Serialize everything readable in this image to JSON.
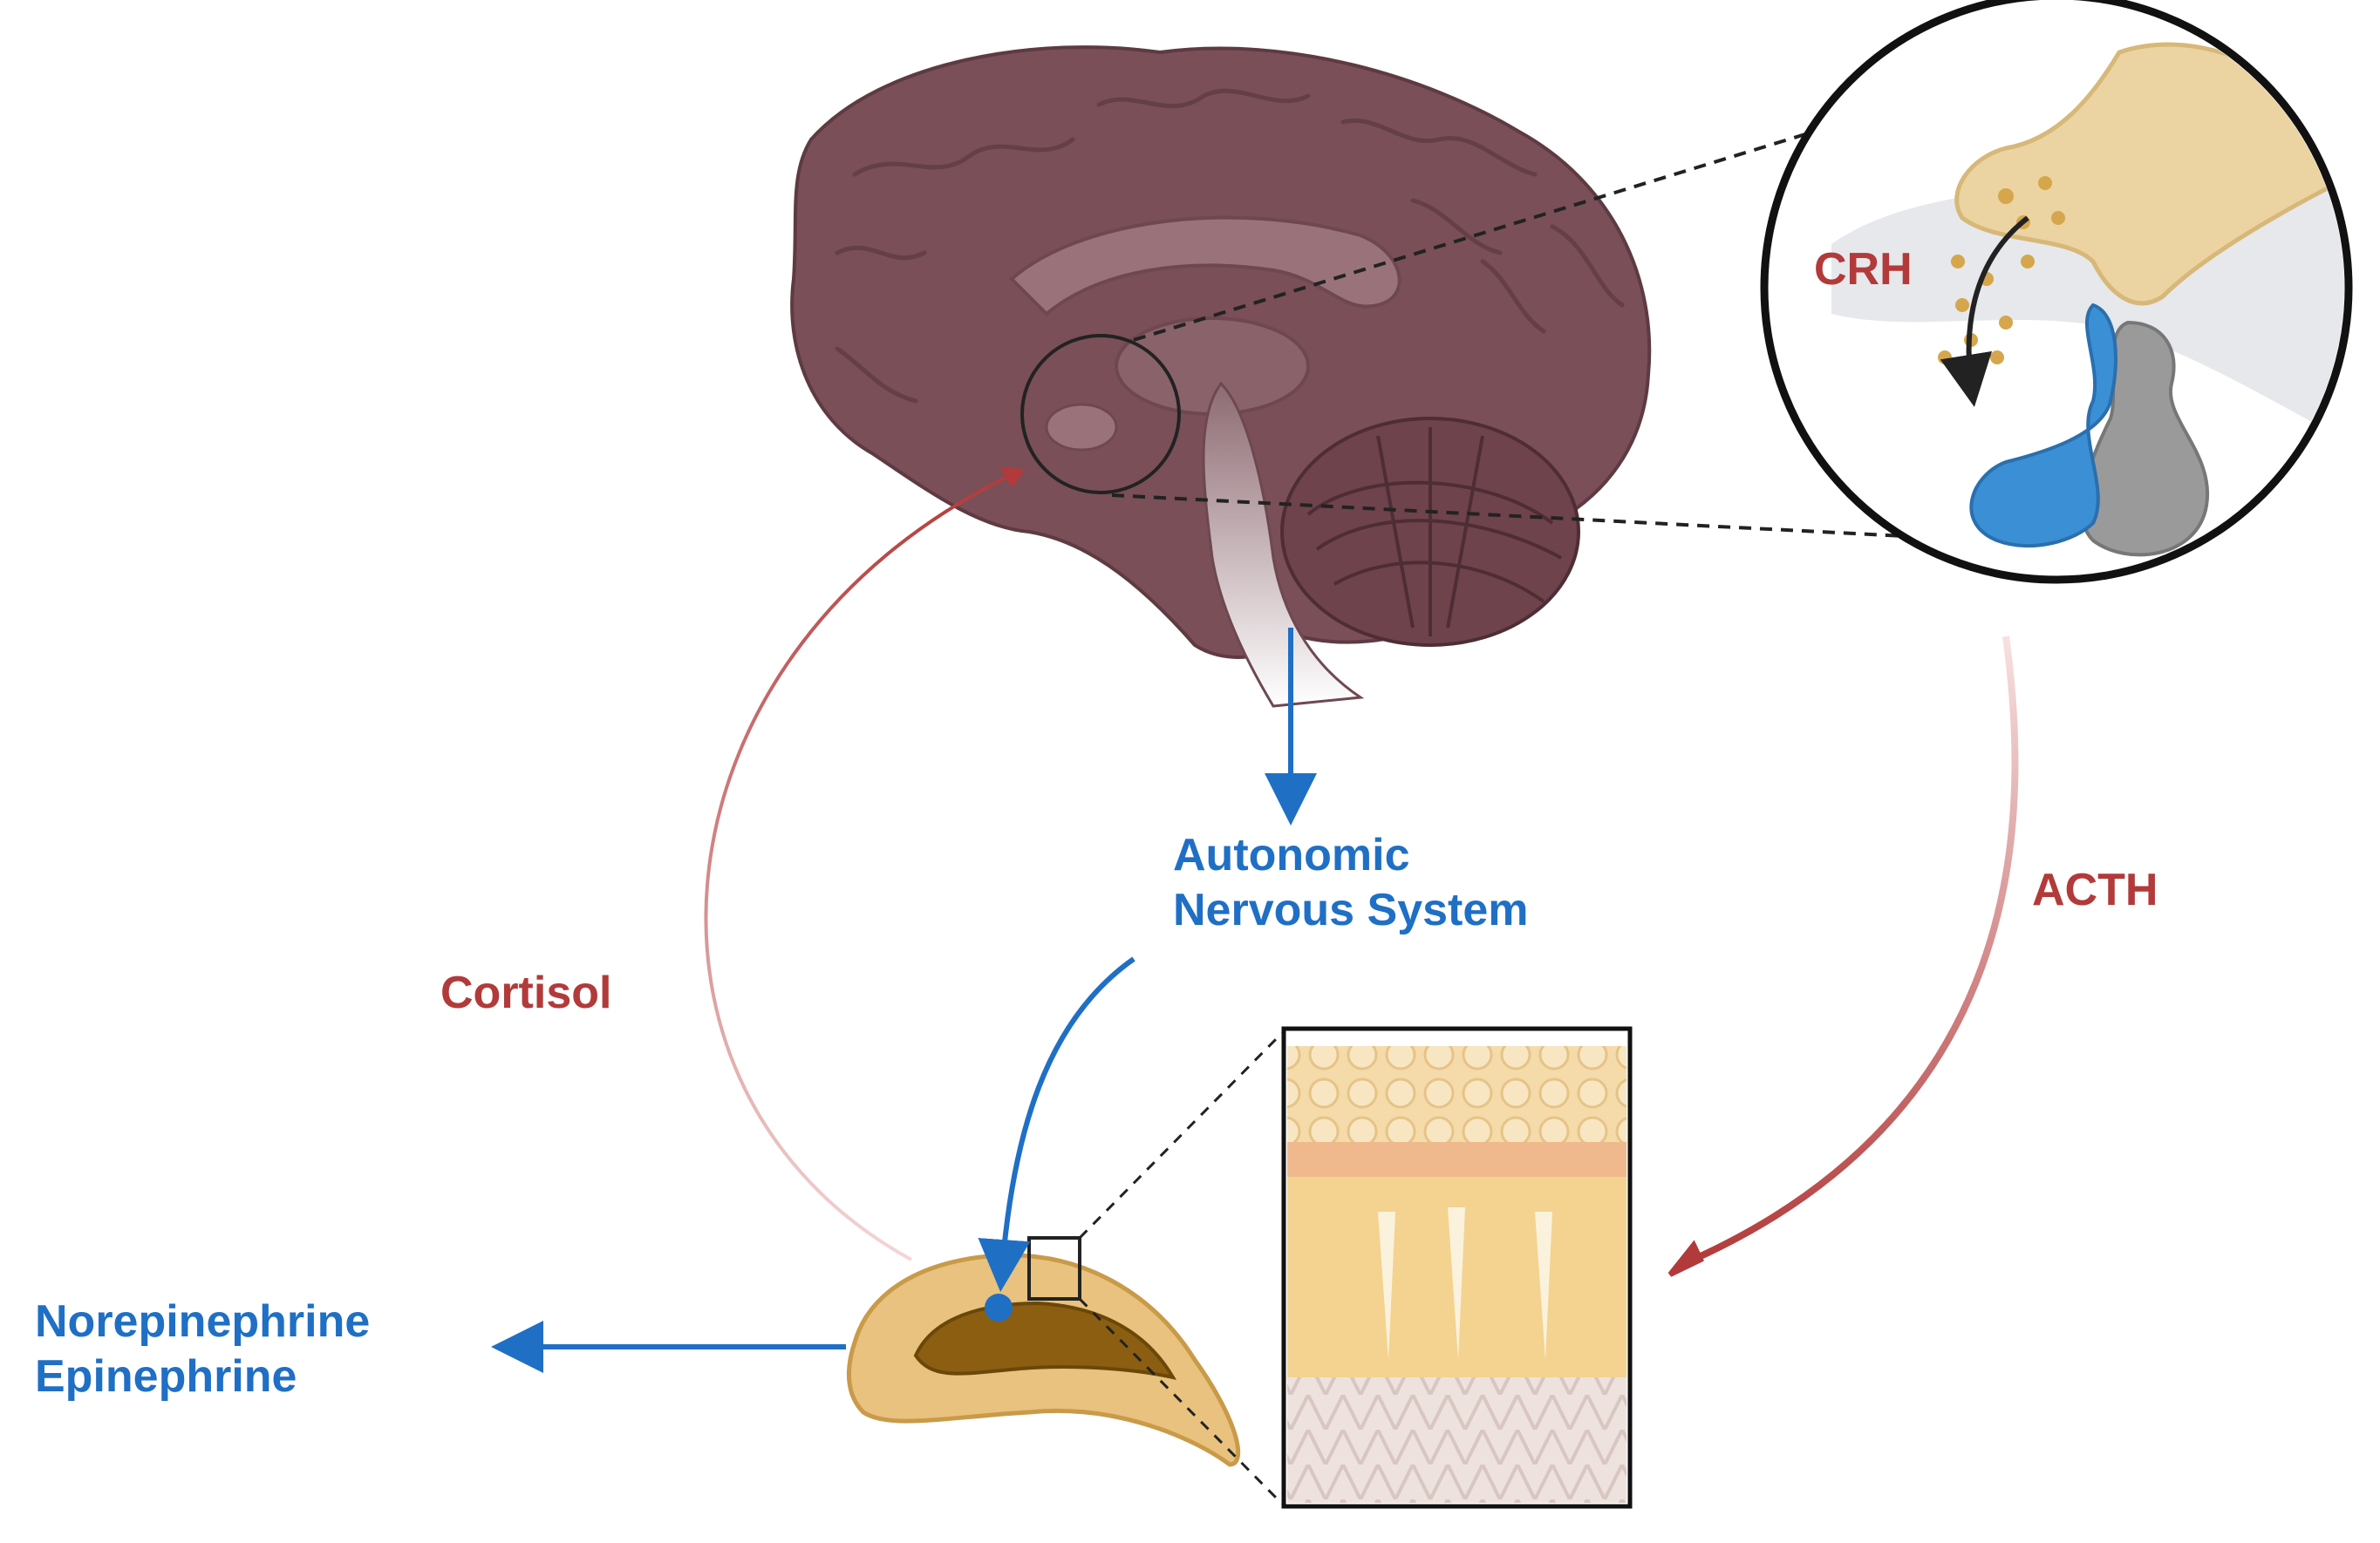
{
  "labels": {
    "crh": "CRH",
    "acth": "ACTH",
    "cortisol": "Cortisol",
    "ans_line1": "Autonomic",
    "ans_line2": "Nervous System",
    "ne_line1": "Norepinephrine",
    "ne_line2": "Epinephrine"
  },
  "colors": {
    "hormone_red": "#b23a3a",
    "nerve_blue": "#1f6fc5",
    "brain": "#7a4f57",
    "adrenal": "#e8c27e",
    "pituitary_blue": "#3b8fd4",
    "pituitary_gray": "#9a9a9a"
  }
}
